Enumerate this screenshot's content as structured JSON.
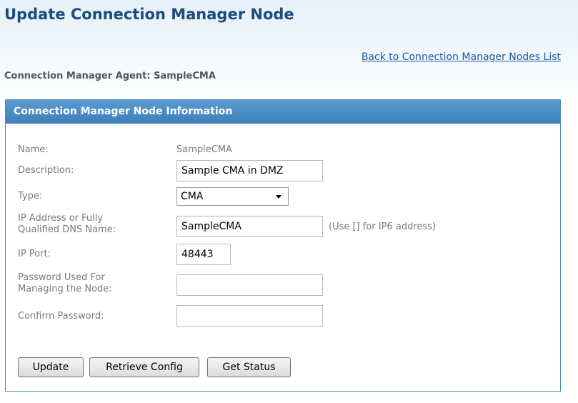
{
  "page": {
    "title": "Update Connection Manager Node",
    "back_link": "Back to Connection Manager Nodes List",
    "agent_label": "Connection Manager Agent:",
    "agent_value": "SampleCMA"
  },
  "panel": {
    "header": "Connection Manager Node Information"
  },
  "form": {
    "name_label": "Name:",
    "name_value": "SampleCMA",
    "description_label": "Description:",
    "description_value": "Sample CMA in DMZ",
    "type_label": "Type:",
    "type_value": "CMA",
    "ip_label_line1": "IP Address or Fully",
    "ip_label_line2": "Qualified DNS Name:",
    "ip_value": "SampleCMA",
    "ip_hint": "(Use [] for IP6 address)",
    "port_label": "IP Port:",
    "port_value": "48443",
    "password_label_line1": "Password Used For",
    "password_label_line2": "Managing the Node:",
    "password_value": "",
    "confirm_label": "Confirm Password:",
    "confirm_value": ""
  },
  "buttons": {
    "update": "Update",
    "retrieve_config": "Retrieve Config",
    "get_status": "Get Status"
  },
  "colors": {
    "title": "#1c4b7e",
    "link": "#1b57a6",
    "panel_header": "#4a8bc2"
  },
  "icons": {
    "type_dropdown": "chevron-down-icon"
  }
}
